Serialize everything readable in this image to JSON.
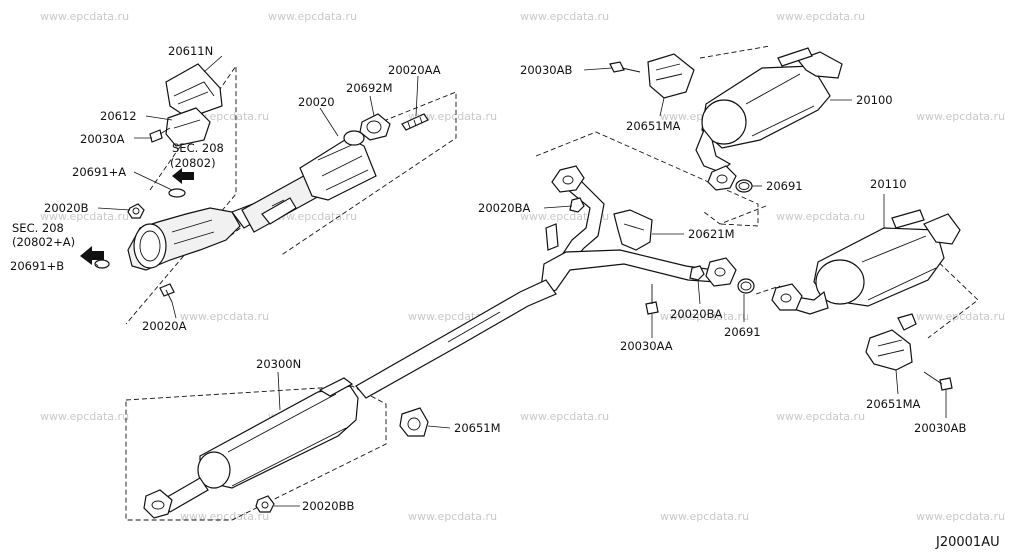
{
  "watermark": "www.epcdata.ru",
  "diagram_code": "J20001AU",
  "labels": {
    "p20611N": "20611N",
    "p20612": "20612",
    "p20030A": "20030A",
    "p20691A": "20691+A",
    "p20020B": "20020B",
    "sec208a_l1": "SEC. 208",
    "sec208a_l2": "(20802+A)",
    "p20691B": "20691+B",
    "p20020A": "20020A",
    "sec208_l1": "SEC. 208",
    "sec208_l2": "(20802)",
    "p20020": "20020",
    "p20692M": "20692M",
    "p20020AA": "20020AA",
    "p20030AB_top": "20030AB",
    "p20651MA_top": "20651MA",
    "p20100": "20100",
    "p20691_top": "20691",
    "p20020BA_left": "20020BA",
    "p20621M": "20621M",
    "p20110": "20110",
    "p20020BA_mid": "20020BA",
    "p20691_mid": "20691",
    "p20030AA": "20030AA",
    "p20651MA_right": "20651MA",
    "p20030AB_right": "20030AB",
    "p20300N": "20300N",
    "p20651M": "20651M",
    "p20020BB": "20020BB"
  }
}
